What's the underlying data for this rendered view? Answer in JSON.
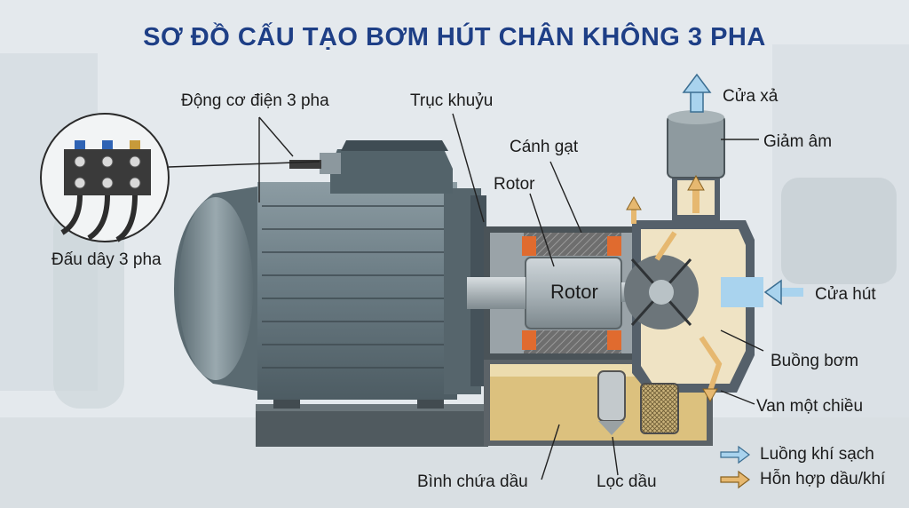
{
  "title": "SƠ ĐỒ CẤU TẠO BƠM HÚT CHÂN KHÔNG 3 PHA",
  "labels": {
    "motor": "Động cơ điện 3 pha",
    "wiring": "Đấu dây 3 pha",
    "crankshaft": "Trục khuỷu",
    "vane": "Cánh gạt",
    "rotor_pointer": "Rotor",
    "rotor_body": "Rotor",
    "exhaust": "Cửa xả",
    "silencer": "Giảm âm",
    "inlet": "Cửa hút",
    "pump_chamber": "Buồng bơm",
    "check_valve": "Van một chiều",
    "oil_tank": "Bình chứa dầu",
    "oil_filter": "Lọc dầu"
  },
  "legend": [
    {
      "label": "Luồng khí sạch",
      "color": "#a9d3ee"
    },
    {
      "label": "Hỗn hợp dầu/khí",
      "color": "#e6b870"
    }
  ],
  "colors": {
    "title": "#1e3f86",
    "motor_body": "#6e8088",
    "clean_air": "#a9d3ee",
    "oil_air": "#e6b870",
    "oil": "#dcc17e"
  }
}
